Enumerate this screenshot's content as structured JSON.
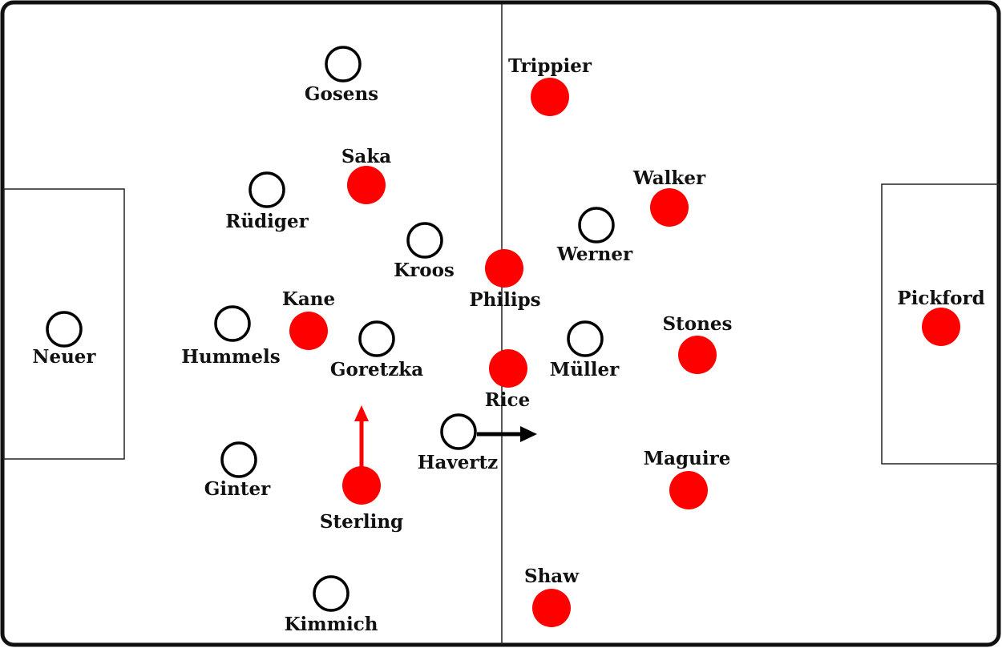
{
  "colors": {
    "england": "#ff0000",
    "germany_fill": "#ffffff",
    "germany_stroke": "#000000",
    "pitch_line": "#222222",
    "arrow_england": "#ff0000",
    "arrow_germany": "#000000"
  },
  "germany": {
    "gosens": "Gosens",
    "rudiger": "Rüdiger",
    "kroos": "Kroos",
    "hummels": "Hummels",
    "goretzka": "Goretzka",
    "neuer": "Neuer",
    "ginter": "Ginter",
    "havertz": "Havertz",
    "kimmich": "Kimmich",
    "werner": "Werner",
    "muller": "Müller"
  },
  "england": {
    "trippier": "Trippier",
    "saka": "Saka",
    "walker": "Walker",
    "philips": "Philips",
    "kane": "Kane",
    "stones": "Stones",
    "rice": "Rice",
    "pickford": "Pickford",
    "maguire": "Maguire",
    "sterling": "Sterling",
    "shaw": "Shaw"
  }
}
